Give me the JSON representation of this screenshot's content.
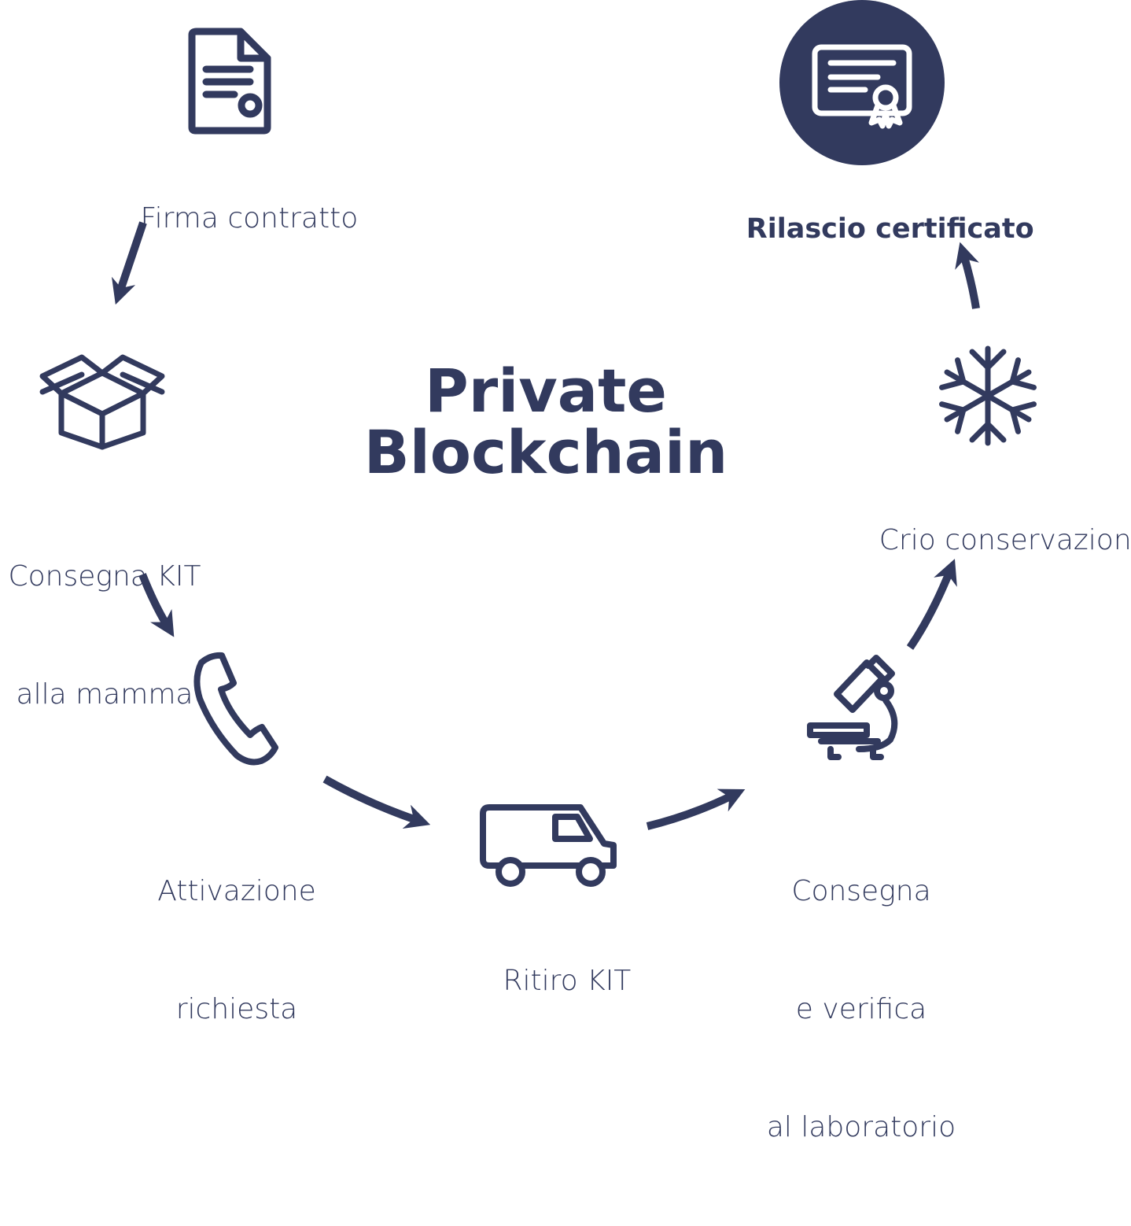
{
  "colors": {
    "navy": "#323a5e",
    "background": "#ffffff"
  },
  "center_title": {
    "line1": "Private",
    "line2": "Blockchain"
  },
  "steps": [
    {
      "id": "firma",
      "icon": "contract-document-icon",
      "lines": [
        "Firma contratto"
      ]
    },
    {
      "id": "consegna-kit",
      "icon": "open-box-icon",
      "lines": [
        "Consegna KIT",
        "alla mamma"
      ]
    },
    {
      "id": "attivazione",
      "icon": "phone-handset-icon",
      "lines": [
        "Attivazione",
        "richiesta"
      ]
    },
    {
      "id": "ritiro",
      "icon": "delivery-van-icon",
      "lines": [
        "Ritiro KIT"
      ]
    },
    {
      "id": "laboratorio",
      "icon": "microscope-icon",
      "lines": [
        "Consegna",
        "e verifica",
        "al laboratorio"
      ]
    },
    {
      "id": "crio",
      "icon": "snowflake-icon",
      "lines": [
        "Crio conservazione"
      ]
    },
    {
      "id": "certificato",
      "icon": "certificate-icon",
      "lines": [
        "Rilascio certificato"
      ],
      "highlighted": true
    }
  ]
}
